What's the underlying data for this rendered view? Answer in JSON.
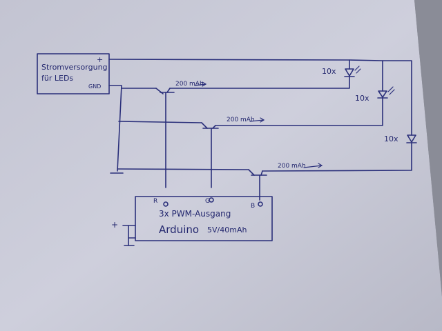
{
  "power_supply": {
    "label_line1": "Stromversorgung",
    "label_line2": "für LEDs",
    "plus": "+",
    "gnd": "GND"
  },
  "leds": [
    {
      "count": "10x",
      "color": "#2a2f7a"
    },
    {
      "count": "10x",
      "color": "#2a2f7a"
    },
    {
      "count": "10x",
      "color": "#2a2f7a"
    }
  ],
  "transistors": [
    {
      "current": "200 mAh"
    },
    {
      "current": "200 mAh"
    },
    {
      "current": "200 mAh"
    }
  ],
  "arduino": {
    "pins": [
      "R",
      "G",
      "B"
    ],
    "pwm_label": "3x PWM-Ausgang",
    "name": "Arduino",
    "spec": "5V/40mAh",
    "supply_plus": "+"
  },
  "colors": {
    "ink": "#2a2f7a",
    "paper": "#c9cad8",
    "background": "#8d8f99"
  }
}
